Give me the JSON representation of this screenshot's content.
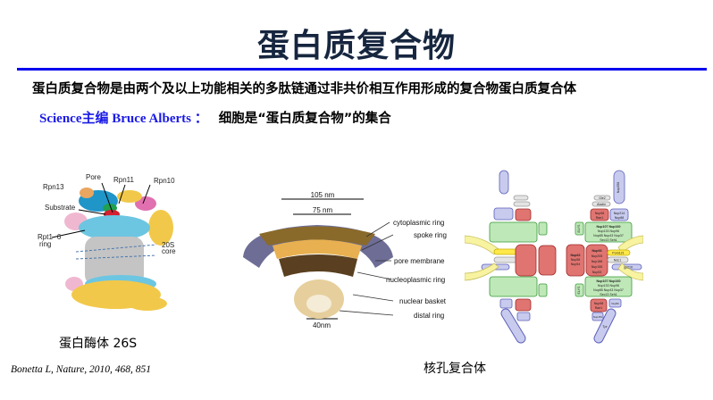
{
  "title": "蛋白质复合物",
  "definition": "蛋白质复合物是由两个及以上功能相关的多肽链通过非共价相互作用形成的复合物蛋白质复合体",
  "quote": {
    "source": "Science主编 Bruce Alberts ：",
    "text": "细胞是“蛋白质复合物”的集合"
  },
  "proteasome": {
    "labels": {
      "rpn13": "Rpn13",
      "pore": "Pore",
      "rpn11": "Rpn11",
      "rpn10": "Rpn10",
      "substrate": "Substrate",
      "rpt1": "Rpt1- 6",
      "ring": "ring",
      "s20": "20S",
      "core": "core"
    },
    "caption": "蛋白酶体 26S"
  },
  "citation": "Bonetta L, Nature, 2010, 468, 851",
  "npc": {
    "scale": {
      "a": "105 nm",
      "b": "75 nm",
      "c": "40nm"
    },
    "labels": {
      "cyto": "cytoplasmic ring",
      "spoke": "spoke ring",
      "membrane": "pore membrane",
      "nucleo": "nucleoplasmic ring",
      "basket": "nuclear basket",
      "distal": "distal ring"
    },
    "caption": "核孔复合体"
  },
  "diagram": {
    "nup358": "Nup358",
    "gle": "Gle2",
    "aladin": "Aladin",
    "nup98a": "Nup98",
    "rae1a": "Rae1",
    "nup214": "Nup214",
    "nup88": "Nup88",
    "elys": "ELYS",
    "y1": "Nup107 Nup160",
    "y2": "Nup133  Nup96",
    "y3": "Nup85 Nup43 Nup37",
    "y4": "Sec13 Seh1",
    "c1": "Nup62",
    "c2": "Nup58",
    "c3": "Nup54",
    "i1": "Nup93",
    "i2": "Nup205",
    "i3": "Nup188",
    "i4": "Nup155",
    "i5": "Nup53",
    "pom": "Pom121",
    "ndc": "Ndc1",
    "gp": "gp210",
    "nup50": "Nup50",
    "nup153": "Nup153",
    "tpr": "Tpr"
  },
  "colors": {
    "title": "#17263f",
    "rule": "#0000ee",
    "quote_blue": "#1a1ae6"
  }
}
